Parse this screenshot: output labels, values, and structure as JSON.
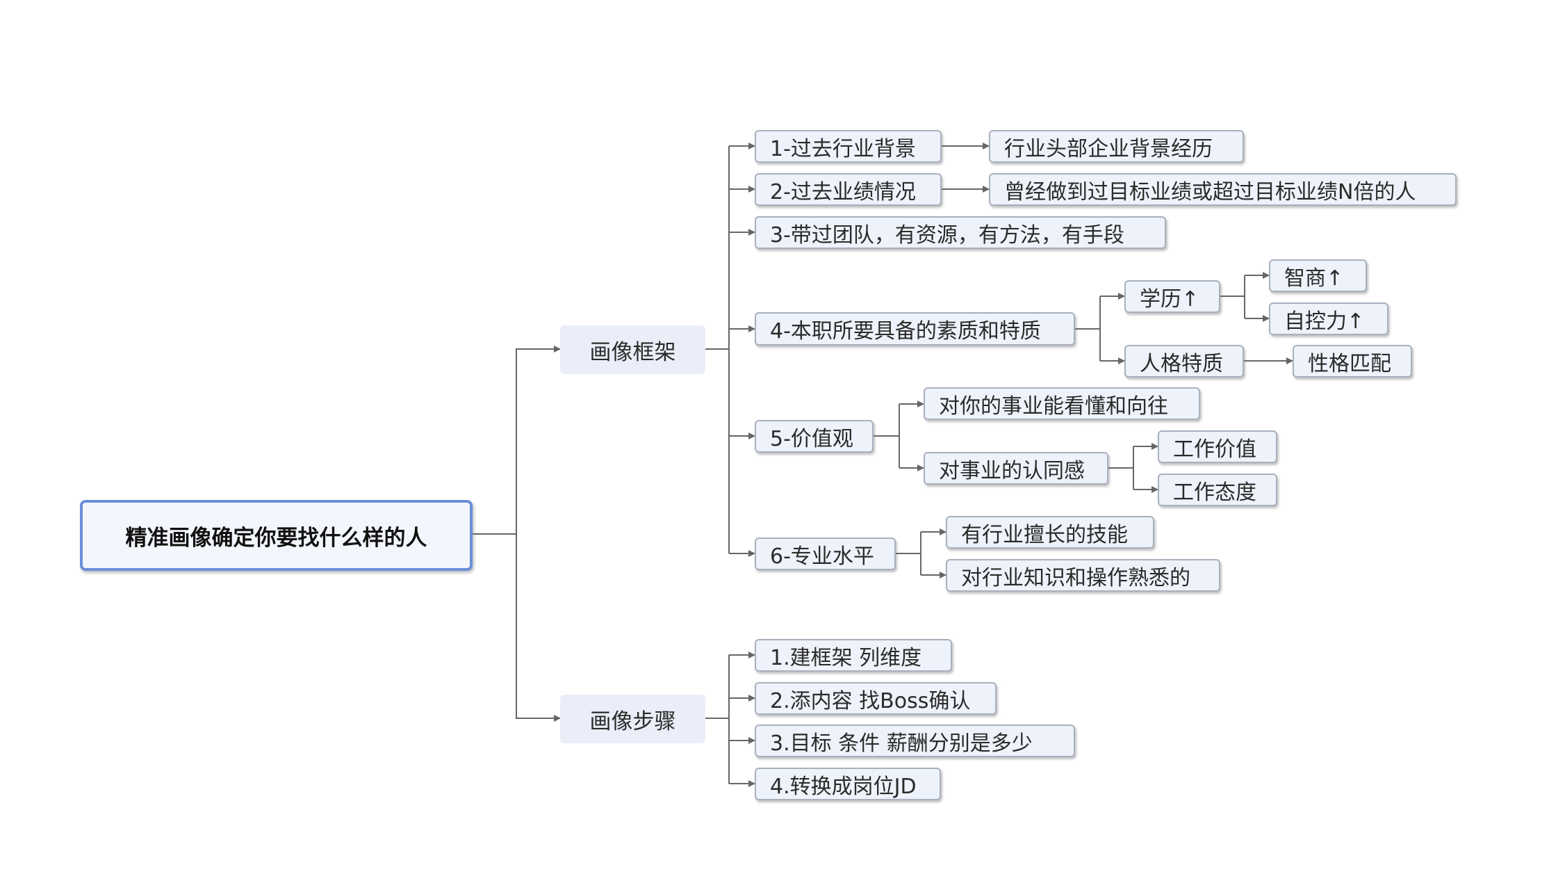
{
  "root": {
    "label": "精准画像确定你要找什么样的人"
  },
  "framework": {
    "label": "画像框架",
    "items": [
      {
        "label": "1-过去行业背景",
        "children": [
          {
            "label": "行业头部企业背景经历"
          }
        ]
      },
      {
        "label": "2-过去业绩情况",
        "children": [
          {
            "label": "曾经做到过目标业绩或超过目标业绩N倍的人"
          }
        ]
      },
      {
        "label": "3-带过团队，有资源，有方法，有手段"
      },
      {
        "label": "4-本职所要具备的素质和特质",
        "children": [
          {
            "label": "学历↑",
            "children": [
              {
                "label": "智商↑"
              },
              {
                "label": "自控力↑"
              }
            ]
          },
          {
            "label": "人格特质",
            "children": [
              {
                "label": "性格匹配"
              }
            ]
          }
        ]
      },
      {
        "label": "5-价值观",
        "children": [
          {
            "label": "对你的事业能看懂和向往"
          },
          {
            "label": "对事业的认同感",
            "children": [
              {
                "label": "工作价值"
              },
              {
                "label": "工作态度"
              }
            ]
          }
        ]
      },
      {
        "label": "6-专业水平",
        "children": [
          {
            "label": "有行业擅长的技能"
          },
          {
            "label": "对行业知识和操作熟悉的"
          }
        ]
      }
    ]
  },
  "steps": {
    "label": "画像步骤",
    "items": [
      {
        "label": "1.建框架 列维度"
      },
      {
        "label": "2.添内容 找Boss确认"
      },
      {
        "label": "3.目标 条件 薪酬分别是多少"
      },
      {
        "label": "4.转换成岗位JD"
      }
    ]
  },
  "colors": {
    "connector": "#666666",
    "node_border": "#a9b0bd",
    "node_fill": "#eef2fa",
    "root_border": "#6a8ed8"
  }
}
